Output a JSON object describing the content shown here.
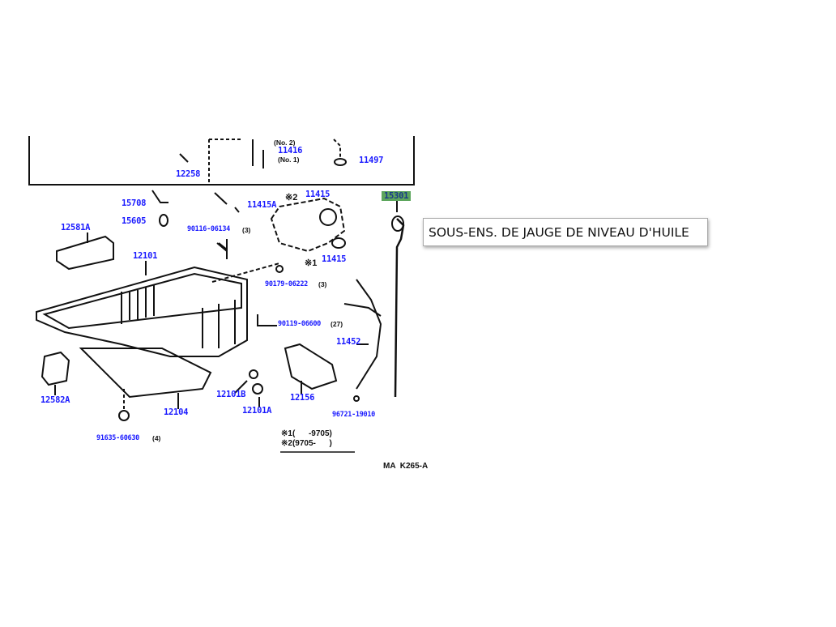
{
  "diagram": {
    "parts": [
      {
        "id": "11416",
        "note": "(No. 2)",
        "note2": "(No. 1)"
      },
      {
        "id": "11497"
      },
      {
        "id": "12258"
      },
      {
        "id": "15708"
      },
      {
        "id": "11415A"
      },
      {
        "id": "11415",
        "marker": "※2"
      },
      {
        "id": "15301",
        "highlighted": true
      },
      {
        "id": "15605"
      },
      {
        "id": "12581A"
      },
      {
        "id": "90116-06134",
        "qty": "(3)"
      },
      {
        "id": "12101"
      },
      {
        "id": "11415",
        "marker": "※1"
      },
      {
        "id": "90179-06222",
        "qty": "(3)"
      },
      {
        "id": "90119-06600",
        "qty": "(27)"
      },
      {
        "id": "11452"
      },
      {
        "id": "12582A"
      },
      {
        "id": "12156"
      },
      {
        "id": "12101B"
      },
      {
        "id": "12104"
      },
      {
        "id": "12101A"
      },
      {
        "id": "96721-19010"
      },
      {
        "id": "91635-60630",
        "qty": "(4)"
      }
    ],
    "legend": [
      "※1(      -9705)",
      "※2(9705-      )"
    ],
    "code": "MA  K265-A",
    "highlight_color": "#5ca55c",
    "label_color": "#1a1aff"
  },
  "tooltip": {
    "text": "SOUS-ENS. DE JAUGE DE NIVEAU D'HUILE"
  }
}
